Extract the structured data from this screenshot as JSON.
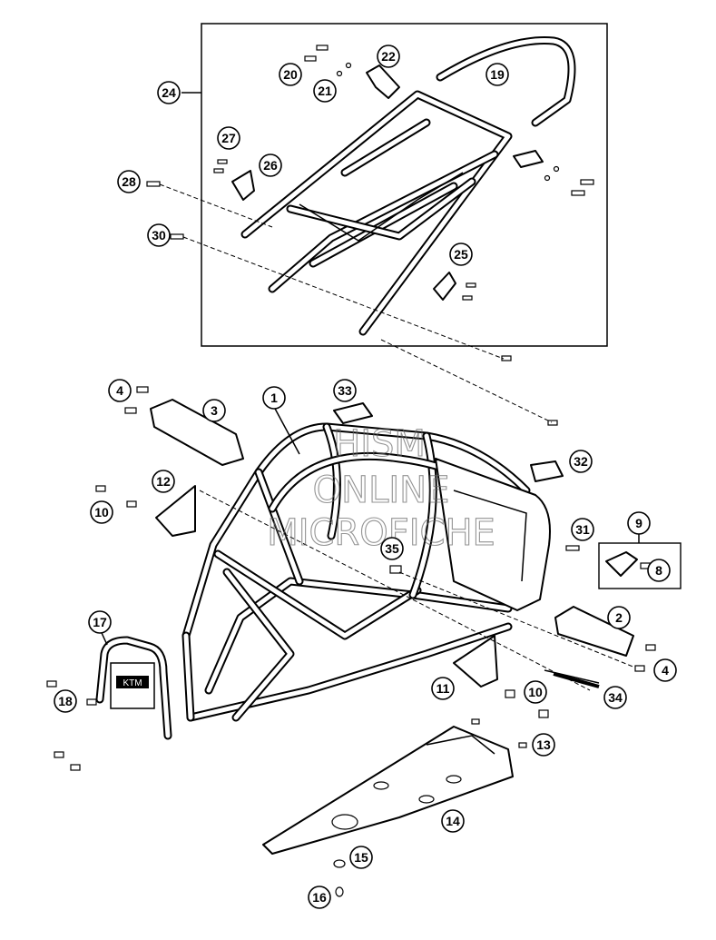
{
  "watermark": {
    "line1": "HISM",
    "line2": "ONLINE",
    "line3": "MICROFICHE"
  },
  "callouts": {
    "c1": "1",
    "c2": "2",
    "c3": "3",
    "c4a": "4",
    "c4b": "4",
    "c8": "8",
    "c9": "9",
    "c10a": "10",
    "c10b": "10",
    "c11": "11",
    "c12": "12",
    "c13": "13",
    "c14": "14",
    "c15": "15",
    "c16": "16",
    "c17": "17",
    "c18": "18",
    "c19": "19",
    "c20": "20",
    "c21": "21",
    "c22": "22",
    "c24": "24",
    "c25": "25",
    "c26": "26",
    "c27": "27",
    "c28": "28",
    "c30": "30",
    "c31": "31",
    "c32": "32",
    "c33": "33",
    "c34": "34",
    "c35": "35"
  },
  "parts_logo_text": "KTM"
}
